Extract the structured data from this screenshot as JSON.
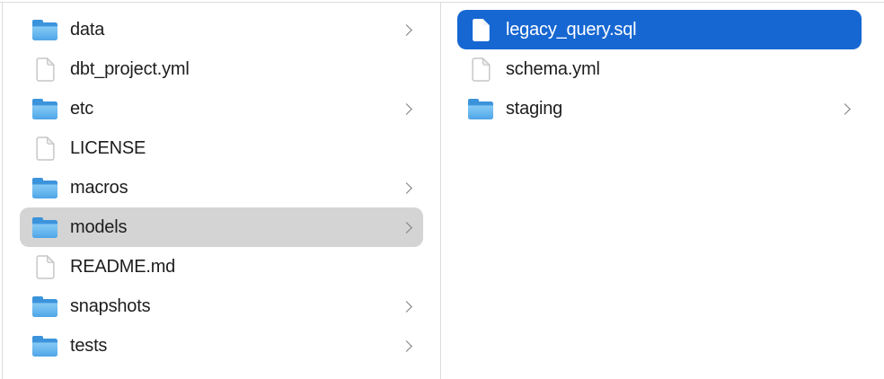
{
  "app": "Finder",
  "view": "column-view",
  "colors": {
    "background": "#ffffff",
    "text": "#1d1d1f",
    "selection_active": "#1667d2",
    "selection_active_text": "#ffffff",
    "selection_inactive": "#d4d4d4",
    "divider": "#dcdcdc",
    "chevron": "#7d7d7d",
    "folder_dark": "#3b93dc",
    "folder_light": "#85c8f4",
    "folder_mid": "#4ea4e6"
  },
  "icons": {
    "folder": "macos-blue-folder-icon",
    "file": "blank-document-icon",
    "chevron": "right-angle-chevron"
  },
  "columns": [
    {
      "name": "left",
      "items": [
        {
          "label": "data",
          "type": "folder",
          "has_chevron": true,
          "selected": false
        },
        {
          "label": "dbt_project.yml",
          "type": "file",
          "has_chevron": false,
          "selected": false
        },
        {
          "label": "etc",
          "type": "folder",
          "has_chevron": true,
          "selected": false
        },
        {
          "label": "LICENSE",
          "type": "file",
          "has_chevron": false,
          "selected": false
        },
        {
          "label": "macros",
          "type": "folder",
          "has_chevron": true,
          "selected": false
        },
        {
          "label": "models",
          "type": "folder",
          "has_chevron": true,
          "selected": true,
          "selection_style": "inactive-gray"
        },
        {
          "label": "README.md",
          "type": "file",
          "has_chevron": false,
          "selected": false
        },
        {
          "label": "snapshots",
          "type": "folder",
          "has_chevron": true,
          "selected": false
        },
        {
          "label": "tests",
          "type": "folder",
          "has_chevron": true,
          "selected": false
        }
      ]
    },
    {
      "name": "right",
      "items": [
        {
          "label": "legacy_query.sql",
          "type": "file",
          "has_chevron": false,
          "selected": true,
          "selection_style": "active-blue"
        },
        {
          "label": "schema.yml",
          "type": "file",
          "has_chevron": false,
          "selected": false
        },
        {
          "label": "staging",
          "type": "folder",
          "has_chevron": true,
          "selected": false
        }
      ]
    }
  ]
}
